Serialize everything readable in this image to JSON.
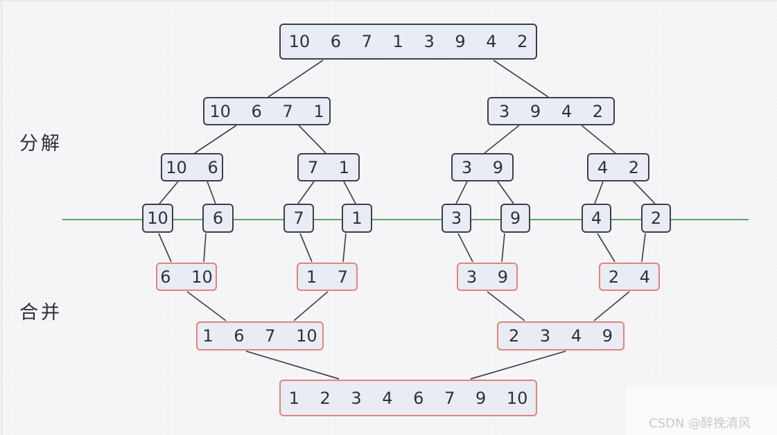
{
  "diagram": {
    "phase_labels": {
      "decompose": "分解",
      "merge": "合并"
    },
    "watermark": "CSDN @醉挽清风",
    "colors": {
      "split_border": "#3b4047",
      "merge_border": "#e0837c",
      "box_fill": "#e9ecf5",
      "divider_line": "#5ca363",
      "connector": "#3f444a"
    },
    "nodes": {
      "root": {
        "values": [
          10,
          6,
          7,
          1,
          3,
          9,
          4,
          2
        ]
      },
      "d2l": {
        "values": [
          10,
          6,
          7,
          1
        ]
      },
      "d2r": {
        "values": [
          3,
          9,
          4,
          2
        ]
      },
      "d3a": {
        "values": [
          10,
          6
        ]
      },
      "d3b": {
        "values": [
          7,
          1
        ]
      },
      "d3c": {
        "values": [
          3,
          9
        ]
      },
      "d3d": {
        "values": [
          4,
          2
        ]
      },
      "s10": {
        "values": [
          10
        ]
      },
      "s6": {
        "values": [
          6
        ]
      },
      "s7": {
        "values": [
          7
        ]
      },
      "s1": {
        "values": [
          1
        ]
      },
      "s3": {
        "values": [
          3
        ]
      },
      "s9": {
        "values": [
          9
        ]
      },
      "s4": {
        "values": [
          4
        ]
      },
      "s2": {
        "values": [
          2
        ]
      },
      "m1": {
        "values": [
          6,
          10
        ]
      },
      "m2": {
        "values": [
          1,
          7
        ]
      },
      "m3": {
        "values": [
          3,
          9
        ]
      },
      "m4": {
        "values": [
          2,
          4
        ]
      },
      "m5": {
        "values": [
          1,
          6,
          7,
          10
        ]
      },
      "m6": {
        "values": [
          2,
          3,
          4,
          9
        ]
      },
      "m7": {
        "values": [
          1,
          2,
          3,
          4,
          6,
          7,
          9,
          10
        ]
      }
    }
  }
}
